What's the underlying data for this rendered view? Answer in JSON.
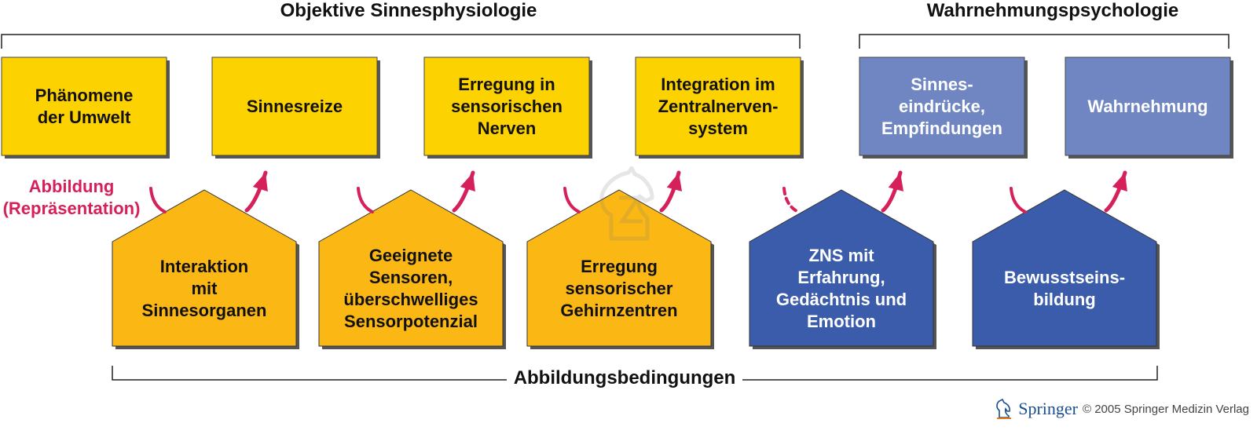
{
  "headers": {
    "left": "Objektive Sinnesphysiologie",
    "right": "Wahrnehmungspsychologie",
    "bottom": "Abbildungsbedingungen"
  },
  "side_label": [
    "Abbildung",
    "(Repräsentation)"
  ],
  "top_boxes": [
    {
      "lines": [
        "Phänomene",
        "der Umwelt"
      ],
      "color": "#fcd200"
    },
    {
      "lines": [
        "Sinnesreize"
      ],
      "color": "#fcd200"
    },
    {
      "lines": [
        "Erregung in",
        "sensorischen",
        "Nerven"
      ],
      "color": "#fcd200"
    },
    {
      "lines": [
        "Integration im",
        "Zentralnerven-",
        "system"
      ],
      "color": "#fcd200"
    },
    {
      "lines": [
        "Sinnes-",
        "eindrücke,",
        "Empfindungen"
      ],
      "color": "#6f86c2"
    },
    {
      "lines": [
        "Wahrnehmung"
      ],
      "color": "#6f86c2"
    }
  ],
  "pentagons": [
    {
      "lines": [
        "Interaktion",
        "mit",
        "Sinnesorganen"
      ],
      "color": "#fbb815"
    },
    {
      "lines": [
        "Geeignete",
        "Sensoren,",
        "überschwelliges",
        "Sensorpotenzial"
      ],
      "color": "#fbb815"
    },
    {
      "lines": [
        "Erregung",
        "sensorischer",
        "Gehirnzentren"
      ],
      "color": "#fbb815"
    },
    {
      "lines": [
        "ZNS mit",
        "Erfahrung,",
        "Gedächtnis und",
        "Emotion"
      ],
      "color": "#3a5caa"
    },
    {
      "lines": [
        "Bewusstseins-",
        "bildung"
      ],
      "color": "#3a5caa"
    }
  ],
  "colors": {
    "accent": "#d6205a",
    "bracket": "#222222",
    "shadow": "#555555"
  },
  "footer": {
    "brand": "Springer",
    "copyright": "© 2005 Springer Medizin Verlag",
    "logo_icon": "springer-horse-icon"
  }
}
